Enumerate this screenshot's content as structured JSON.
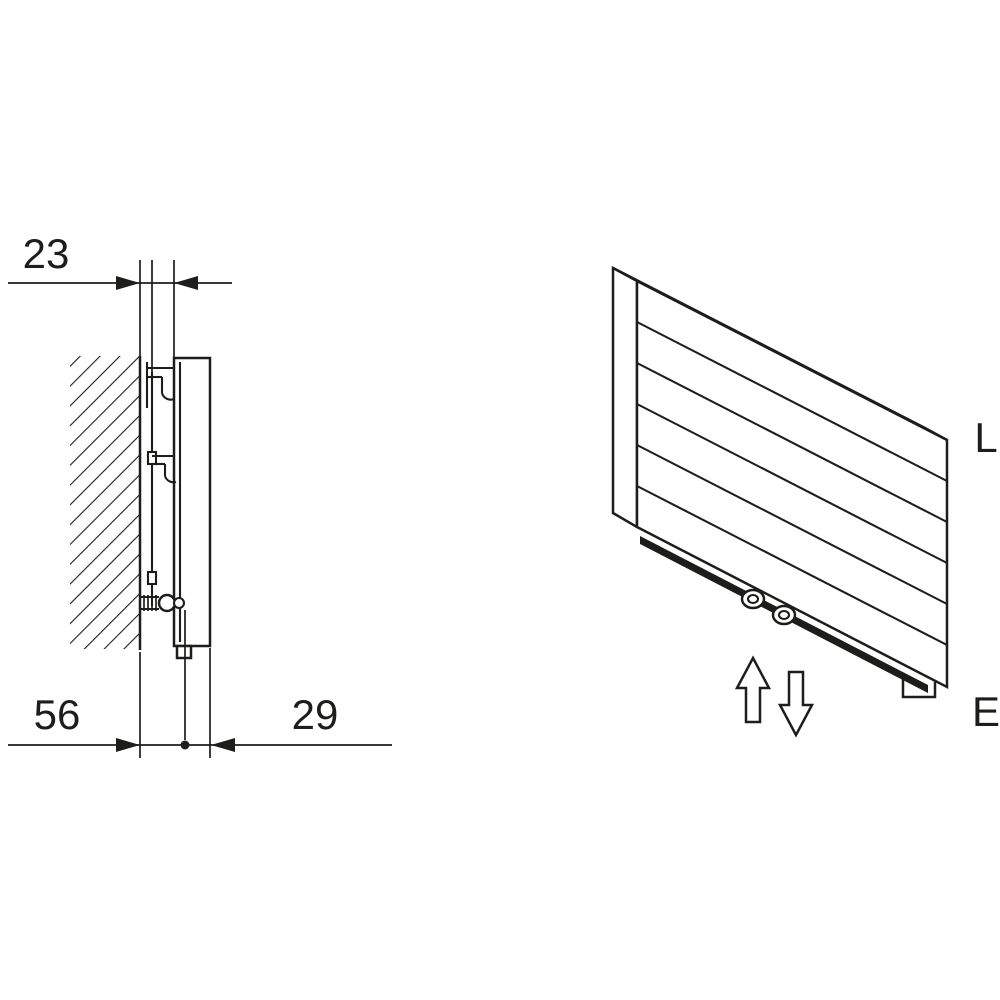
{
  "page": {
    "background": "#ffffff",
    "ink": "#1d1d1b"
  },
  "side_view": {
    "dim_top": "23",
    "dim_bottom_left": "56",
    "dim_bottom_right": "29"
  },
  "iso_view": {
    "label_right": "L",
    "label_bottom_right": "E"
  }
}
